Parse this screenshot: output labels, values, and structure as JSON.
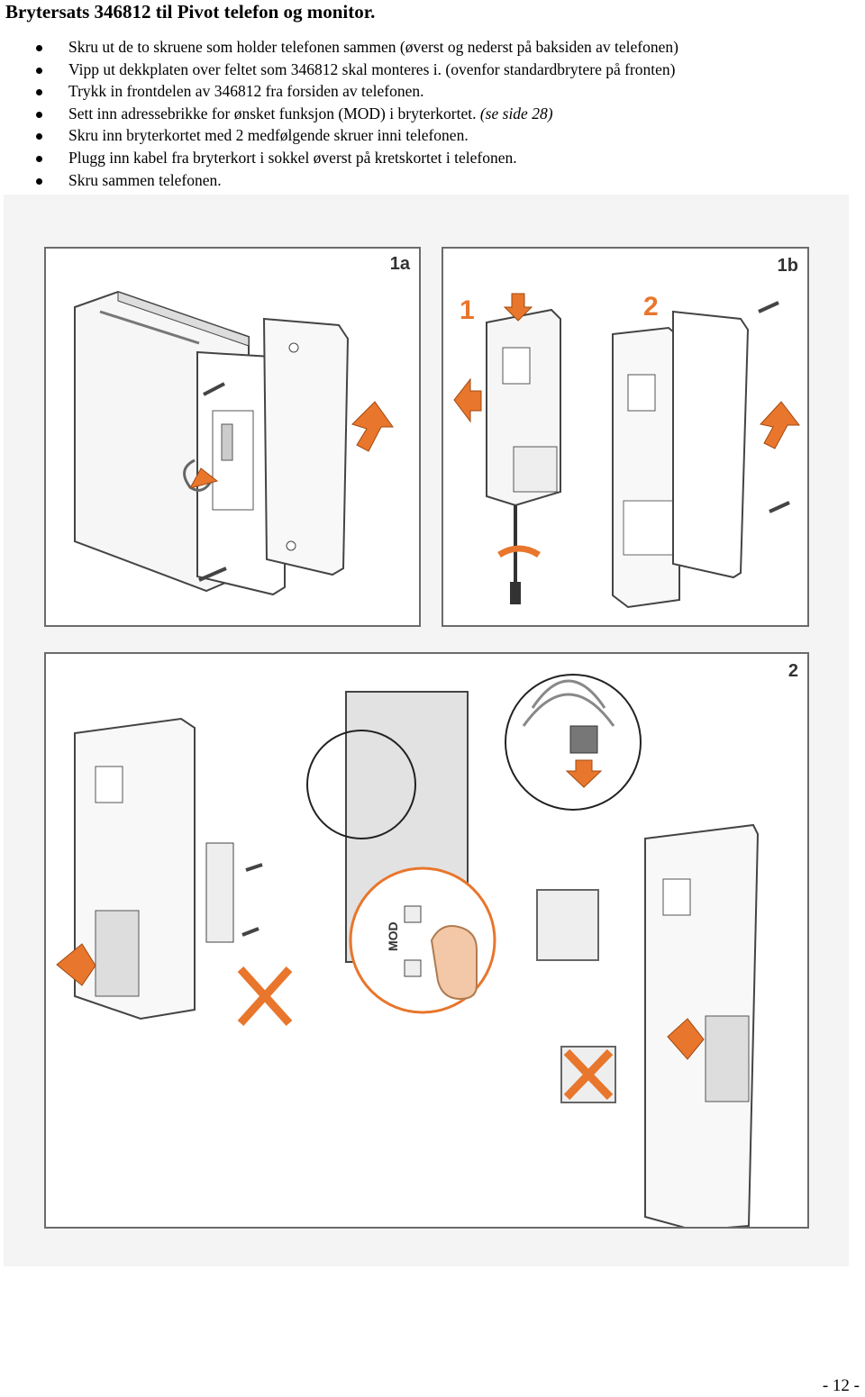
{
  "title": "Brytersats 346812 til Pivot telefon og monitor.",
  "steps": [
    {
      "text": "Skru ut de to skruene som holder telefonen sammen (øverst og nederst på baksiden av telefonen)",
      "ref": ""
    },
    {
      "text": "Vipp ut dekkplaten over feltet som 346812 skal monteres i. (ovenfor standardbrytere på fronten)",
      "ref": ""
    },
    {
      "text": "Trykk in frontdelen av 346812 fra forsiden av telefonen.",
      "ref": ""
    },
    {
      "text": "Sett inn adressebrikke for ønsket funksjon (MOD) i bryterkortet. ",
      "ref": "(se side 28)"
    },
    {
      "text": "Skru inn bryterkortet med 2 medfølgende skruer inni telefonen.",
      "ref": ""
    },
    {
      "text": "Plugg inn kabel fra bryterkort i sokkel øverst på kretskortet i telefonen.",
      "ref": ""
    },
    {
      "text": "Skru sammen telefonen.",
      "ref": ""
    }
  ],
  "panels": {
    "p1a": {
      "label": "1a"
    },
    "p1b": {
      "label": "1b",
      "step1": "1",
      "step2": "2"
    },
    "p2": {
      "label": "2",
      "mod": "MOD"
    }
  },
  "colors": {
    "accent_orange": "#e8762c",
    "frame": "#6b6b6b"
  },
  "page_number": "- 12 -"
}
